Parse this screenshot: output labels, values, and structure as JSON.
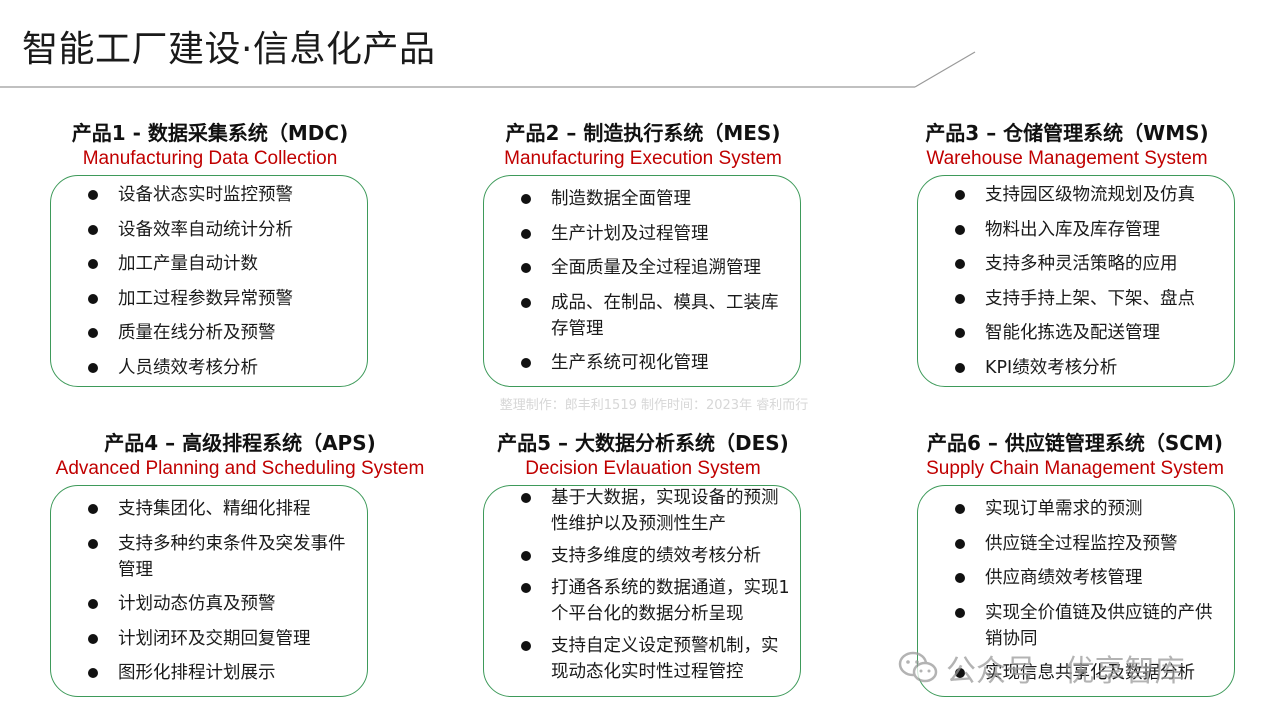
{
  "page": {
    "title": "智能工厂建设·信息化产品"
  },
  "watermark": {
    "center_text": "整理制作：郎丰利1519 制作时间：2023年 睿利而行",
    "wechat_text": "公众号 · 优享智库"
  },
  "colors": {
    "accent_green": "#3e9a5a",
    "subtitle_red": "#c00000"
  },
  "cards": [
    {
      "title": "产品1 - 数据采集系统（MDC)",
      "subtitle": "Manufacturing Data Collection",
      "items": [
        "设备状态实时监控预警",
        "设备效率自动统计分析",
        "加工产量自动计数",
        "加工过程参数异常预警",
        "质量在线分析及预警",
        "人员绩效考核分析"
      ]
    },
    {
      "title": "产品2 – 制造执行系统（MES)",
      "subtitle": "Manufacturing Execution System",
      "items": [
        "制造数据全面管理",
        "生产计划及过程管理",
        "全面质量及全过程追溯管理",
        "成品、在制品、模具、工装库存管理",
        "生产系统可视化管理"
      ]
    },
    {
      "title": "产品3 – 仓储管理系统（WMS)",
      "subtitle": "Warehouse Management System",
      "items": [
        "支持园区级物流规划及仿真",
        "物料出入库及库存管理",
        "支持多种灵活策略的应用",
        "支持手持上架、下架、盘点",
        "智能化拣选及配送管理",
        "KPI绩效考核分析"
      ]
    },
    {
      "title": "产品4 – 高级排程系统（APS)",
      "subtitle": "Advanced Planning and Scheduling System",
      "items": [
        "支持集团化、精细化排程",
        "支持多种约束条件及突发事件管理",
        "计划动态仿真及预警",
        "计划闭环及交期回复管理",
        "图形化排程计划展示"
      ]
    },
    {
      "title": "产品5 – 大数据分析系统（DES)",
      "subtitle": "Decision Evlauation System",
      "items": [
        "基于大数据，实现设备的预测性维护以及预测性生产",
        "支持多维度的绩效考核分析",
        "打通各系统的数据通道，实现1个平台化的数据分析呈现",
        "支持自定义设定预警机制，实现动态化实时性过程管控"
      ]
    },
    {
      "title": "产品6 – 供应链管理系统（SCM)",
      "subtitle": "Supply Chain Management System",
      "items": [
        "实现订单需求的预测",
        "供应链全过程监控及预警",
        "供应商绩效考核管理",
        "实现全价值链及供应链的产供销协同",
        "实现信息共享化及数据分析"
      ]
    }
  ]
}
